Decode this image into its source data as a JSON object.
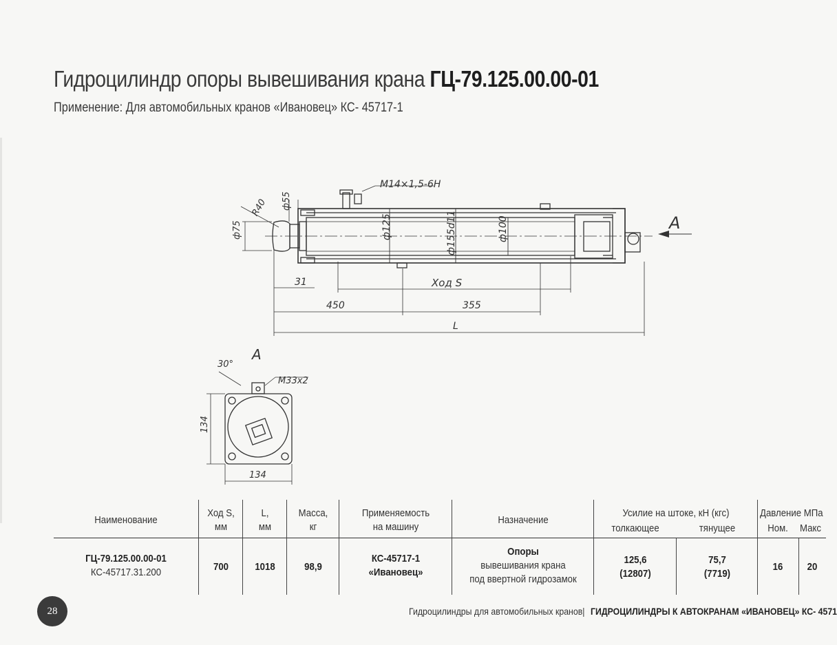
{
  "header": {
    "title_main": "Гидроцилиндр опоры вывешивания крана",
    "title_code": "ГЦ-79.125.00.00-01",
    "subtitle": "Применение: Для автомобильных кранов «Ивановец» КС- 45717-1"
  },
  "drawing": {
    "thread_port": "М14×1,5-6Н",
    "radius": "R40",
    "d55": "ф55",
    "d75": "ф75",
    "d125": "ф125",
    "d155": "ф155d11",
    "d100": "ф100",
    "view_arrow_label": "A",
    "dim_31": "31",
    "stroke_label": "Ход S",
    "dim_450": "450",
    "dim_355": "355",
    "length_label": "L",
    "view_title": "A",
    "angle": "30°",
    "thread_m33": "М33х2",
    "flange_height": "134",
    "flange_width": "134"
  },
  "table": {
    "headers": {
      "name": "Наименование",
      "stroke_1": "Ход S,",
      "stroke_2": "мм",
      "length_1": "L,",
      "length_2": "мм",
      "mass_1": "Масса,",
      "mass_2": "кг",
      "machine_1": "Применяемость",
      "machine_2": "на машину",
      "purpose": "Назначение",
      "force": "Усилие на штоке, кН (кгс)",
      "push": "толкающее",
      "pull": "тянущее",
      "pressure": "Давление МПа",
      "nom": "Ном.",
      "max": "Макс"
    },
    "row": {
      "name_1": "ГЦ-79.125.00.00-01",
      "name_2": "КС-45717.31.200",
      "stroke": "700",
      "length": "1018",
      "mass": "98,9",
      "machine_1": "КС-45717-1",
      "machine_2": "«Ивановец»",
      "purpose_1": "Опоры",
      "purpose_2": "вывешивания крана",
      "purpose_3": "под ввертной гидрозамок",
      "push_1": "125,6",
      "push_2": "(12807)",
      "pull_1": "75,7",
      "pull_2": "(7719)",
      "nom": "16",
      "max": "20"
    }
  },
  "footer": {
    "page_number": "28",
    "left_text": "Гидроцилиндры для автомобильных кранов|",
    "right_text": "ГИДРОЦИЛИНДРЫ К АВТОКРАНАМ «ИВАНОВЕЦ» КС- 4571"
  }
}
